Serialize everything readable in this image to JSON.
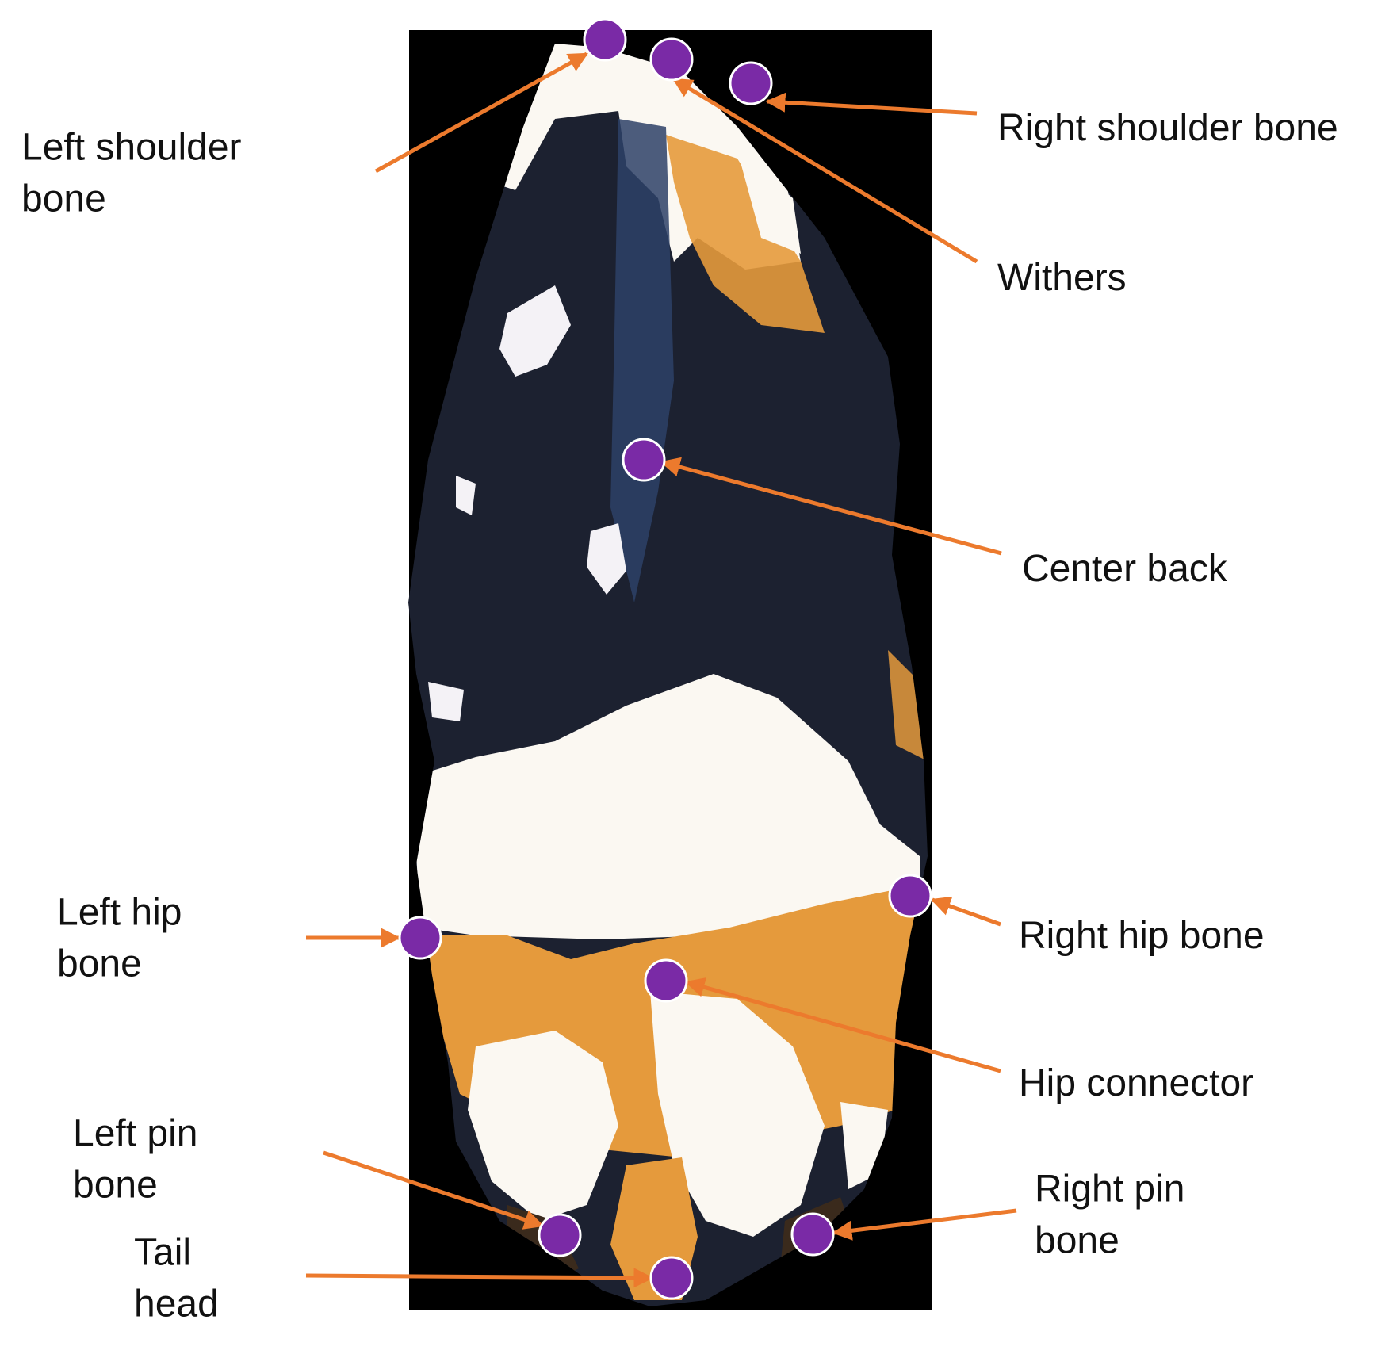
{
  "colors": {
    "background": "#ffffff",
    "photo_background": "#000000",
    "arrow": "#ec7a2d",
    "keypoint_fill": "#7a2aa6",
    "keypoint_stroke": "#ffffff",
    "label_text": "#111111",
    "coat_black": "#1c2130",
    "coat_white": "#fbf8f2",
    "coat_orange": "#e59a3c"
  },
  "keypoints": [
    {
      "id": "left-shoulder-bone",
      "label_lines": [
        "Left shoulder",
        "bone"
      ]
    },
    {
      "id": "withers",
      "label_lines": [
        "Withers"
      ]
    },
    {
      "id": "right-shoulder-bone",
      "label_lines": [
        "Right shoulder bone"
      ]
    },
    {
      "id": "center-back",
      "label_lines": [
        "Center back"
      ]
    },
    {
      "id": "left-hip-bone",
      "label_lines": [
        "Left hip",
        "bone"
      ]
    },
    {
      "id": "right-hip-bone",
      "label_lines": [
        "Right hip bone"
      ]
    },
    {
      "id": "hip-connector",
      "label_lines": [
        "Hip connector"
      ]
    },
    {
      "id": "left-pin-bone",
      "label_lines": [
        "Left pin",
        "bone"
      ]
    },
    {
      "id": "right-pin-bone",
      "label_lines": [
        "Right pin",
        "bone"
      ]
    },
    {
      "id": "tail-head",
      "label_lines": [
        "Tail",
        "head"
      ]
    }
  ]
}
